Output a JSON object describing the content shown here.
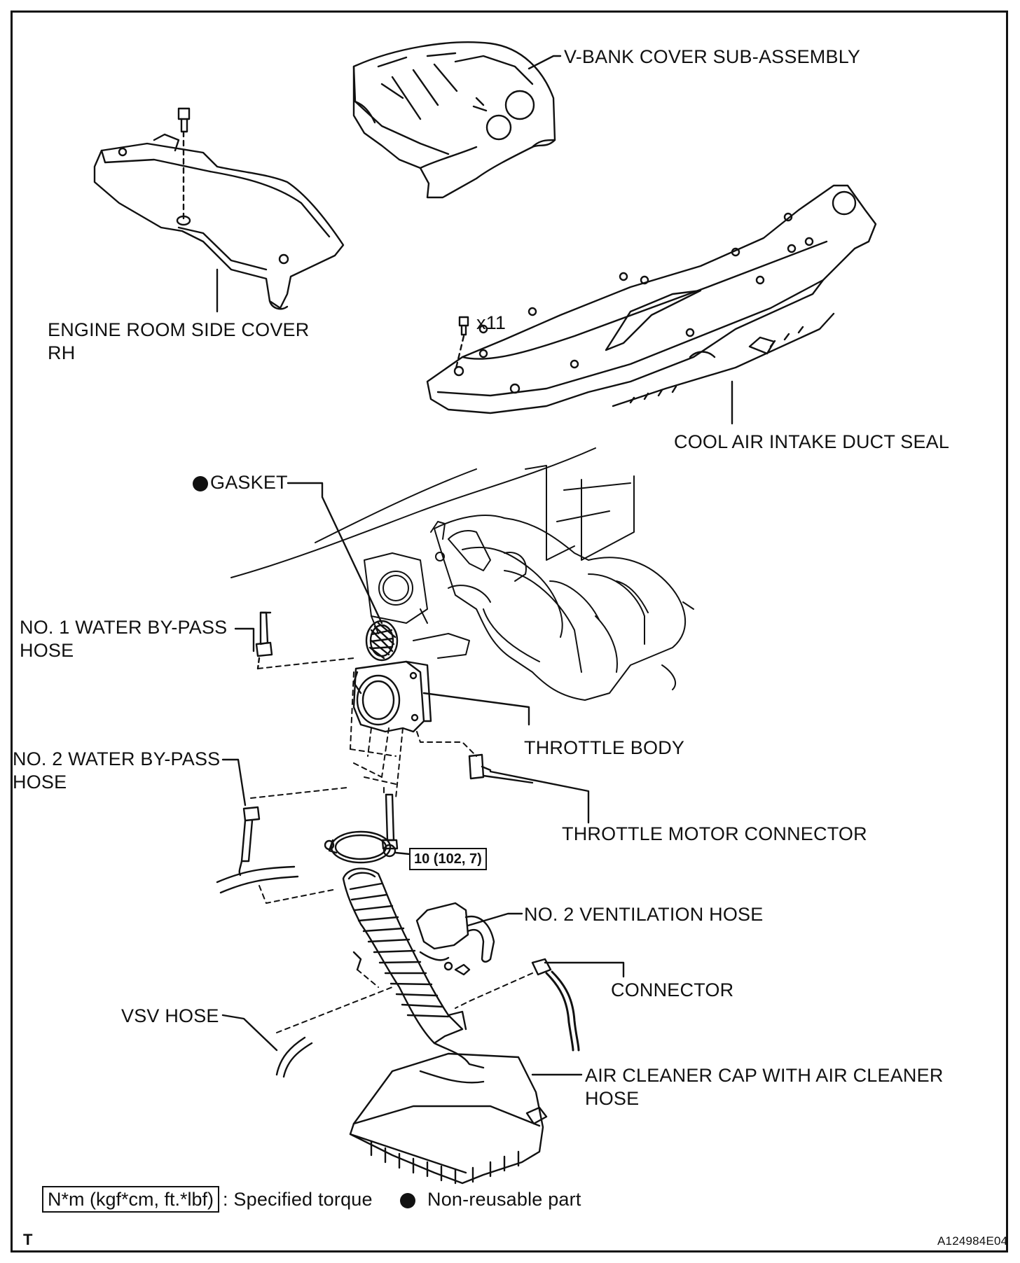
{
  "labels": {
    "v_bank_cover": "V-BANK COVER SUB-ASSEMBLY",
    "engine_room_side_cover": "ENGINE ROOM SIDE COVER\nRH",
    "qty_x11": "x11",
    "cool_air_intake_duct_seal": "COOL AIR INTAKE DUCT SEAL",
    "gasket": "GASKET",
    "no1_water_bypass_hose": "NO. 1 WATER BY-PASS\nHOSE",
    "throttle_body": "THROTTLE BODY",
    "no2_water_bypass_hose": "NO. 2 WATER BY-PASS\nHOSE",
    "throttle_motor_connector": "THROTTLE MOTOR CONNECTOR",
    "torque_spec": "10 (102, 7)",
    "no2_ventilation_hose": "NO. 2 VENTILATION HOSE",
    "connector": "CONNECTOR",
    "vsv_hose": "VSV HOSE",
    "air_cleaner_cap": "AIR CLEANER CAP WITH AIR CLEANER\nHOSE"
  },
  "legend": {
    "torque_unit": "N*m (kgf*cm, ft.*lbf)",
    "torque_desc": ": Specified torque",
    "nonreusable_desc": "Non-reusable part"
  },
  "footer": {
    "corner_mark": "T",
    "figure_id": "A124984E04"
  }
}
